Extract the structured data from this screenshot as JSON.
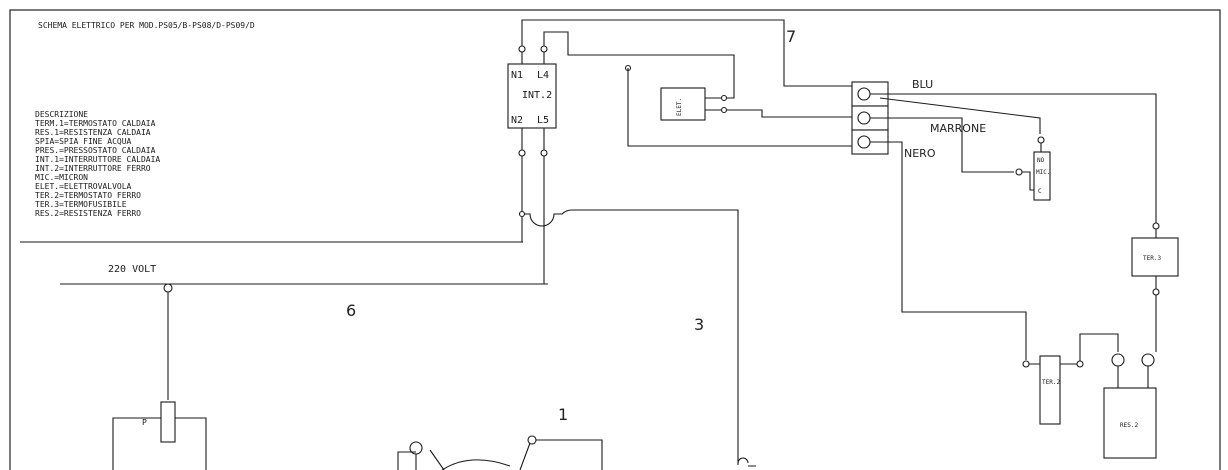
{
  "title": "SCHEMA ELETTRICO PER MOD.PS05/B-PS08/D-PS09/D",
  "legend": {
    "heading": "DESCRIZIONE",
    "items": [
      "TERM.1=TERMOSTATO CALDAIA",
      "RES.1=RESISTENZA CALDAIA",
      "SPIA=SPIA FINE ACQUA",
      "PRES.=PRESSOSTATO CALDAIA",
      "INT.1=INTERRUTTORE CALDAIA",
      "INT.2=INTERRUTTORE FERRO",
      "MIC.=MICRON",
      "ELET.=ELETTROVALVOLA",
      "TER.2=TERMOSTATO FERRO",
      "TER.3=TERMOFUSIBILE",
      "RES.2=RESISTENZA FERRO"
    ]
  },
  "supply": "220 VOLT",
  "components": {
    "int2": {
      "name": "INT.2",
      "n1": "N1",
      "l4": "L4",
      "n2": "N2",
      "l5": "L5"
    },
    "elet": "ELET.",
    "mic": {
      "name": "MIC.",
      "no": "NO",
      "c": "C"
    },
    "ter3": "TER.3",
    "ter2": "TER.2",
    "res2": "RES.2",
    "pres": "P"
  },
  "wire_labels": {
    "blu": "BLU",
    "marrone": "MARRONE",
    "nero": "NERO"
  },
  "numbers": {
    "n7": "7",
    "n6": "6",
    "n3": "3",
    "n1": "1"
  },
  "colors": {
    "line": "#1a1a1a",
    "background": "#ffffff"
  }
}
